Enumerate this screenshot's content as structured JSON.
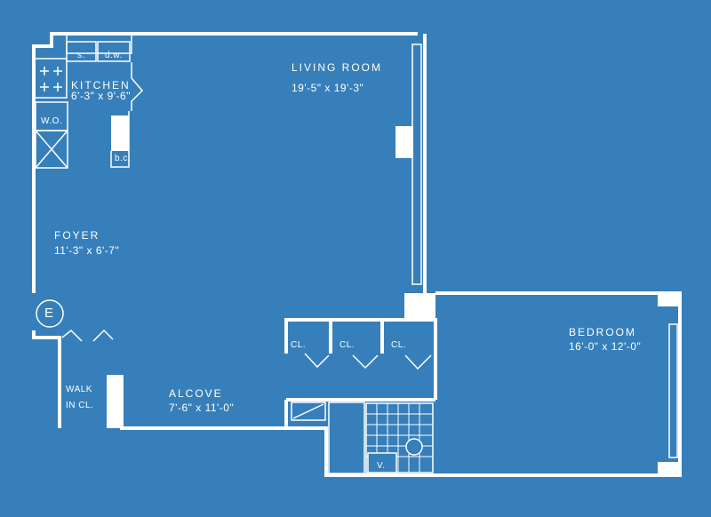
{
  "title": "Apartment floor plan",
  "colors": {
    "background": "#367fba",
    "lines": "#ffffff"
  },
  "rooms": {
    "living": {
      "name": "LIVING ROOM",
      "dims": "19'-5\" x 19'-3\""
    },
    "kitchen": {
      "name": "KITCHEN",
      "dims": "6'-3\" x 9'-6\""
    },
    "foyer": {
      "name": "FOYER",
      "dims": "11'-3\" x 6'-7\""
    },
    "alcove": {
      "name": "ALCOVE",
      "dims": "7'-6\" x 11'-0\""
    },
    "bedroom": {
      "name": "BEDROOM",
      "dims": "16'-0\" x 12'-0\""
    },
    "walk_in": {
      "line1": "WALK",
      "line2": "IN CL."
    }
  },
  "fixtures": {
    "sink": "s.",
    "dishwasher": "d.w.",
    "wall_oven": "W.O.",
    "broom_closet": "b.c.",
    "vanity": "V.",
    "closet": "CL.",
    "entrance": "E"
  }
}
